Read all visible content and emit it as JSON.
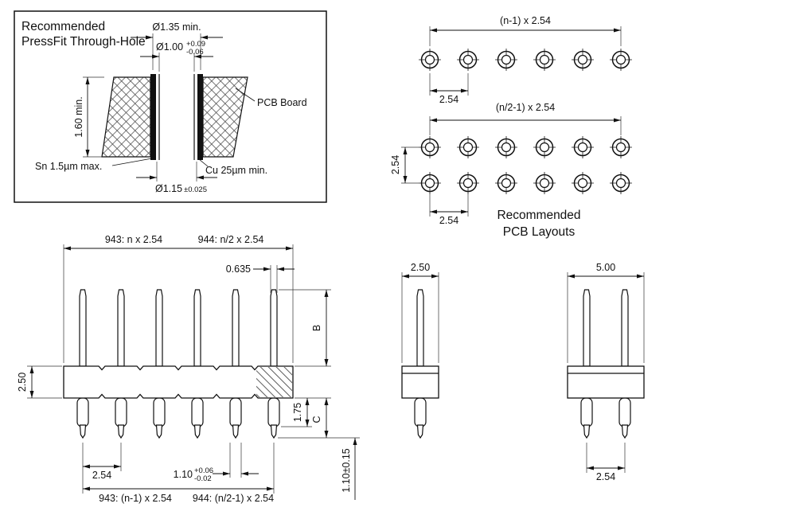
{
  "pressfit_detail": {
    "title_line1": "Recommended",
    "title_line2": "PressFit Through-Hole",
    "dia_outer": "Ø1.35 min.",
    "dia_drill": "Ø1.00",
    "dia_drill_tol_plus": "+0.09",
    "dia_drill_tol_minus": "-0.06",
    "board_thickness": "1.60 min.",
    "pcb_board_label": "PCB Board",
    "sn_label": "Sn 1.5µm max.",
    "cu_label": "Cu 25µm min.",
    "dia_finished": "Ø1.15",
    "dia_finished_tol": "±0.025"
  },
  "pcb_layouts": {
    "caption_line1": "Recommended",
    "caption_line2": "PCB Layouts",
    "single_row": {
      "span": "(n-1) x 2.54",
      "pitch": "2.54"
    },
    "dual_row": {
      "span": "(n/2-1) x 2.54",
      "row_pitch": "2.54",
      "pitch": "2.54"
    }
  },
  "side_view": {
    "top_span_943": "943: n x 2.54",
    "top_span_944": "944: n/2 x 2.54",
    "pin_width": "0.635",
    "pin_length_label": "B",
    "body_height": "2.50",
    "shoulder_length": "1.75",
    "tail_length_label": "C",
    "pitch": "2.54",
    "tail_width": "1.10",
    "tail_width_tol_plus": "+0.06",
    "tail_width_tol_minus": "-0.02",
    "bottom_span_943": "943: (n-1) x 2.54",
    "bottom_span_944": "944: (n/2-1) x 2.54",
    "tip_dim": "1.10±0.15"
  },
  "end_view_single": {
    "body_width": "2.50"
  },
  "end_view_dual": {
    "body_width": "5.00",
    "row_pitch": "2.54"
  }
}
